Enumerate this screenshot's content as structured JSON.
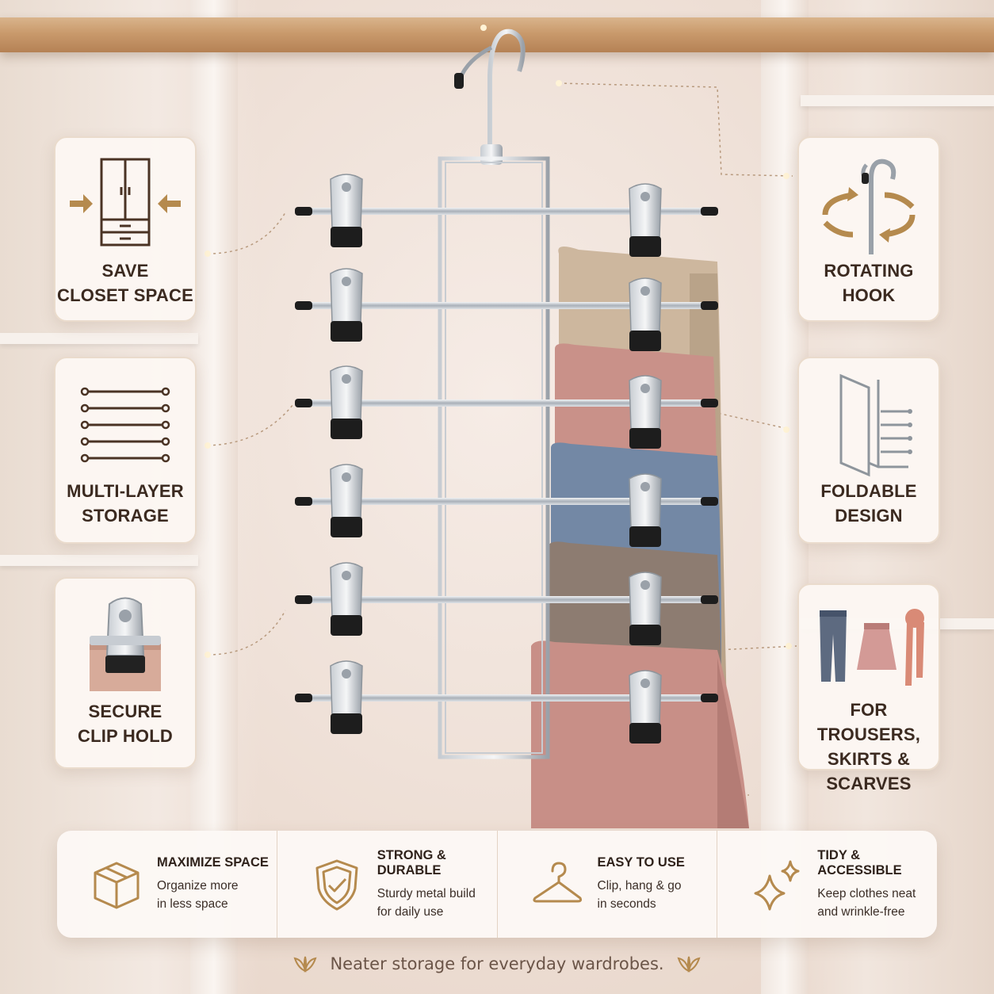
{
  "features_left": [
    {
      "label_lines": [
        "SAVE",
        "CLOSET SPACE"
      ],
      "icon": "wardrobe-icon"
    },
    {
      "label_lines": [
        "MULTI-LAYER",
        "STORAGE"
      ],
      "icon": "layers-icon"
    },
    {
      "label_lines": [
        "SECURE",
        "CLIP HOLD"
      ],
      "icon": "clip-icon"
    }
  ],
  "features_right": [
    {
      "label_lines": [
        "ROTATING",
        "HOOK"
      ],
      "icon": "rotating-hook-icon"
    },
    {
      "label_lines": [
        "FOLDABLE",
        "DESIGN"
      ],
      "icon": "foldable-hanger-icon"
    },
    {
      "label_lines": [
        "FOR TROUSERS,",
        "SKIRTS & SCARVES"
      ],
      "icon": "clothing-icon"
    }
  ],
  "bottom_features": [
    {
      "title": "MAXIMIZE SPACE",
      "desc_lines": [
        "Organize more",
        "in less space"
      ],
      "icon": "box-icon"
    },
    {
      "title": "STRONG & DURABLE",
      "desc_lines": [
        "Sturdy metal build",
        "for daily use"
      ],
      "icon": "shield-check-icon"
    },
    {
      "title": "EASY TO USE",
      "desc_lines": [
        "Clip, hang & go",
        "in seconds"
      ],
      "icon": "hanger-icon"
    },
    {
      "title": "TIDY & ACCESSIBLE",
      "desc_lines": [
        "Keep clothes neat",
        "and wrinkle-free"
      ],
      "icon": "sparkle-icon"
    }
  ],
  "tagline": "Neater storage for everyday wardrobes.",
  "colors": {
    "accent_gold": "#b58a4e",
    "dark_brown": "#3b2a20",
    "rod_wood": "#c99a6c",
    "pants_beige": "#c8b49c",
    "pants_pink": "#c98f88",
    "pants_blue": "#6f85a2",
    "pants_taupe": "#8c7a6f"
  }
}
